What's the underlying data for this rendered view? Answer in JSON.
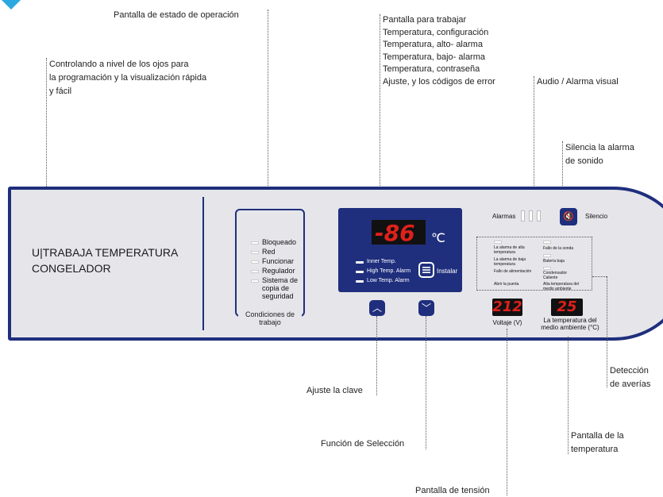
{
  "callouts": {
    "status_screen": "Pantalla de estado de operación",
    "work_screen": [
      "Pantalla para trabajar",
      "Temperatura, configuración",
      "Temperatura, alto- alarma",
      "Temperatura, bajo- alarma",
      "Temperatura, contraseña",
      "Ajuste, y los códigos de error"
    ],
    "eye_level": [
      "Controlando a  nivel de los ojos para",
      "la programación y la visualización rápida",
      "y fácil"
    ],
    "audio_visual": "Audio / Alarma visual",
    "silence": [
      "Silencia la alarma",
      "de sonido"
    ],
    "fault_detection": [
      "Detección",
      "de averías"
    ],
    "key_adjust": "Ajuste la clave",
    "selection": "Función de Selección",
    "temp_screen": [
      "Pantalla de la",
      "temperatura"
    ],
    "voltage_screen": "Pantalla de tensión"
  },
  "panel": {
    "product_name": [
      "U|TRABAJA TEMPERATURA",
      "CONGELADOR"
    ],
    "conditions": [
      "Bloqueado",
      "Red",
      "Funcionar",
      "Regulador",
      "Sistema de copia de seguridad"
    ],
    "conditions_title": "Condiciones de trabajo",
    "main_display": "-86",
    "unit": "℃",
    "legend": [
      "Inner Temp.",
      "High Temp. Alarm",
      "Low Temp. Alarm"
    ],
    "set_label": "Instalar",
    "alarm_label": "Alarmas",
    "silence_label": "Silencio",
    "faults": [
      "La alarma de alta temperatura",
      "Fallo de la sonda",
      "La alarma de baja temperatura",
      "Batería baja",
      "Fallo de alimentación",
      "Condensador Caliente",
      "Abrir la puerta",
      "Alta temperatura del medio ambiente"
    ],
    "voltage_value": "212",
    "voltage_label": "Voltaje (V)",
    "ambient_value": "25",
    "ambient_label": "La temperatura del medio ambiente (°C)"
  },
  "colors": {
    "panel_border": "#1f2f7d",
    "panel_bg": "#e6e6ea",
    "led_red": "#e0201b",
    "brand": "#2aa8e0"
  }
}
